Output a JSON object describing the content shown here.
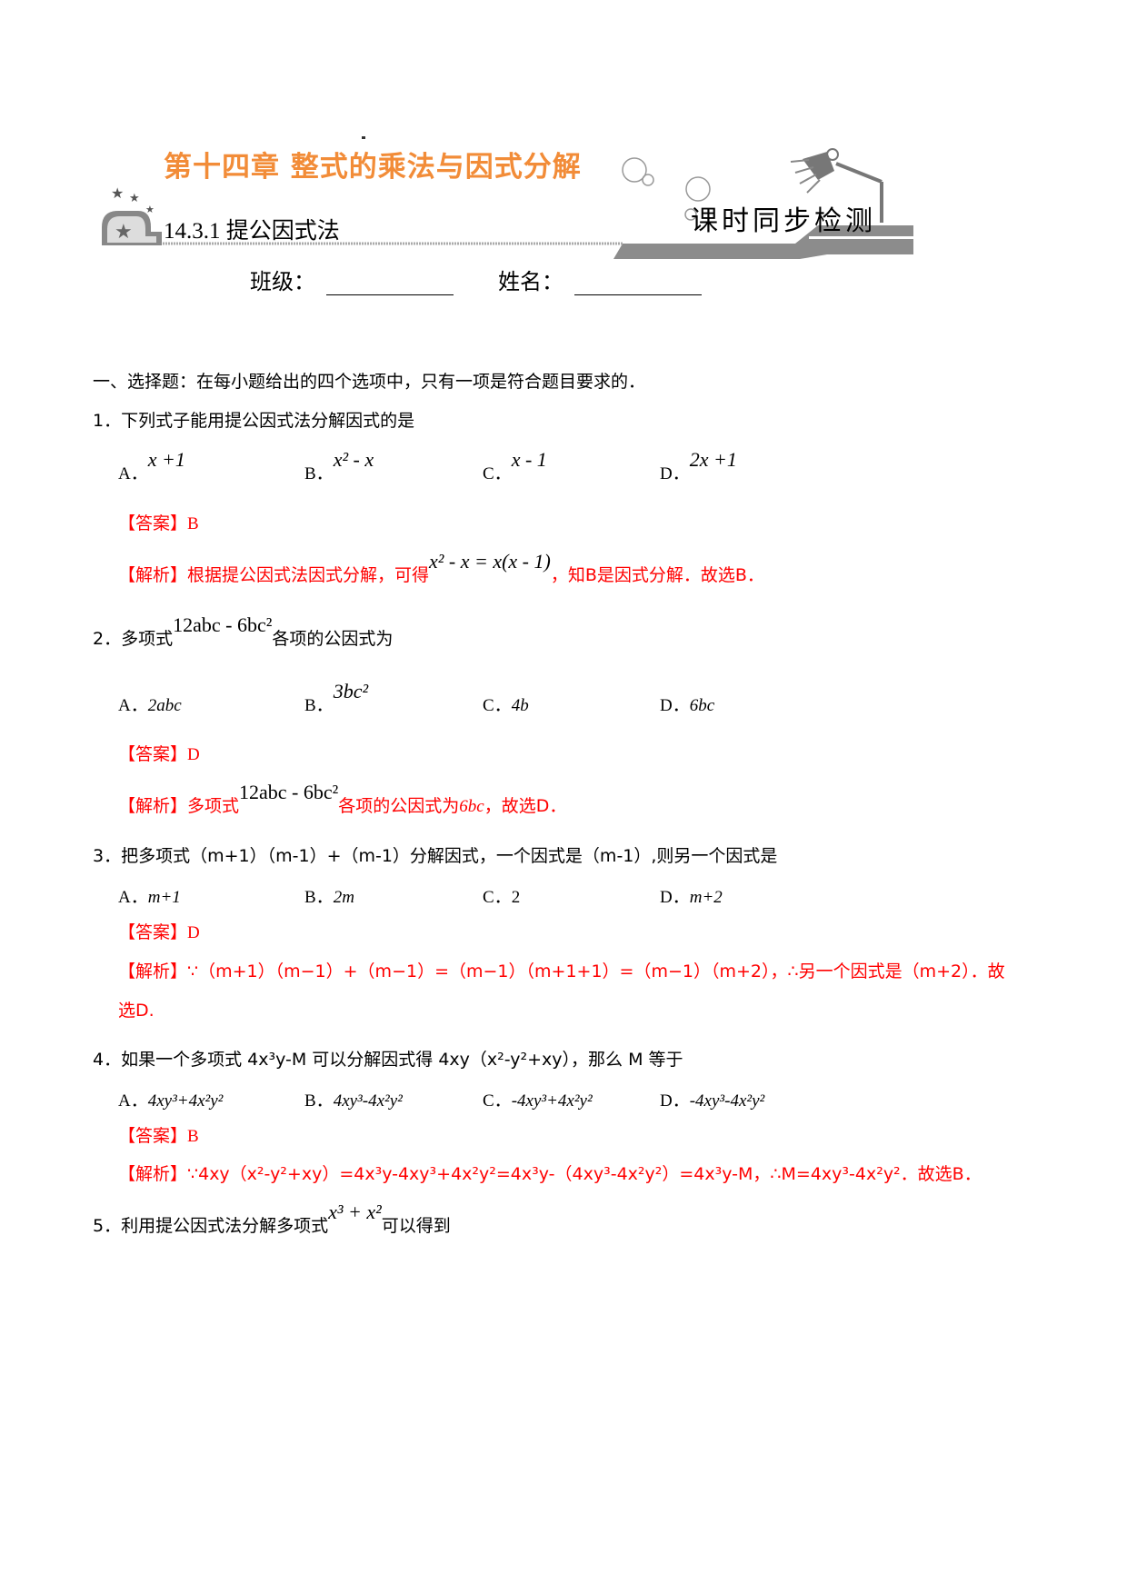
{
  "header": {
    "chapter_title": "第十四章 整式的乘法与因式分解",
    "section_title": "14.3.1 提公因式法",
    "banner_label": "课时同步检测",
    "class_label": "班级：",
    "name_label": "姓名："
  },
  "section": {
    "heading": "一、选择题：在每小题给出的四个选项中，只有一项是符合题目要求的．"
  },
  "questions": [
    {
      "number": "1．",
      "stem": "下列式子能用提公因式法分解因式的是",
      "options": [
        {
          "letter": "A．",
          "expr": "x +1"
        },
        {
          "letter": "B．",
          "expr": "x² - x"
        },
        {
          "letter": "C．",
          "expr": "x - 1"
        },
        {
          "letter": "D．",
          "expr": "2x +1"
        }
      ],
      "answer_label": "【答案】",
      "answer": "B",
      "analysis_label": "【解析】",
      "analysis_pre": "根据提公因式法因式分解，可得",
      "analysis_expr": "x² - x = x(x - 1)",
      "analysis_post": "，知B是因式分解．故选B．"
    },
    {
      "number": "2．",
      "stem_pre": "多项式",
      "stem_expr": "12abc - 6bc²",
      "stem_post": "各项的公因式为",
      "options": [
        {
          "letter": "A．",
          "expr": "2abc"
        },
        {
          "letter": "B．",
          "expr": "3bc²"
        },
        {
          "letter": "C．",
          "expr": "4b"
        },
        {
          "letter": "D．",
          "expr": "6bc"
        }
      ],
      "answer_label": "【答案】",
      "answer": "D",
      "analysis_label": "【解析】",
      "analysis_pre": "多项式",
      "analysis_expr": "12abc - 6bc²",
      "analysis_mid": "各项的公因式为",
      "analysis_expr2": "6bc",
      "analysis_post": "，故选D．"
    },
    {
      "number": "3．",
      "stem": "把多项式（m+1）（m-1）+（m-1）分解因式，一个因式是（m-1）,则另一个因式是",
      "options": [
        {
          "letter": "A．",
          "expr": "m+1"
        },
        {
          "letter": "B．",
          "expr": "2m"
        },
        {
          "letter": "C．",
          "expr": "2"
        },
        {
          "letter": "D．",
          "expr": "m+2"
        }
      ],
      "answer_label": "【答案】",
      "answer": "D",
      "analysis_label": "【解析】",
      "analysis_line1": "∵（m+1）（m−1）+（m−1）=（m−1）（m+1+1）=（m−1）（m+2），∴另一个因式是（m+2）．故",
      "analysis_line2": "选D."
    },
    {
      "number": "4．",
      "stem": "如果一个多项式 4x³y-M 可以分解因式得 4xy（x²-y²+xy），那么 M 等于",
      "options": [
        {
          "letter": "A．",
          "expr": "4xy³+4x²y²"
        },
        {
          "letter": "B．",
          "expr": "4xy³-4x²y²"
        },
        {
          "letter": "C．",
          "expr": "-4xy³+4x²y²"
        },
        {
          "letter": "D．",
          "expr": "-4xy³-4x²y²"
        }
      ],
      "answer_label": "【答案】",
      "answer": "B",
      "analysis_label": "【解析】",
      "analysis_text": "∵4xy（x²-y²+xy）=4x³y-4xy³+4x²y²=4x³y-（4xy³-4x²y²）=4x³y-M，∴M=4xy³-4x²y²．故选B．"
    },
    {
      "number": "5．",
      "stem_pre": "利用提公因式法分解多项式",
      "stem_expr": "x³ + x²",
      "stem_post": "可以得到"
    }
  ]
}
